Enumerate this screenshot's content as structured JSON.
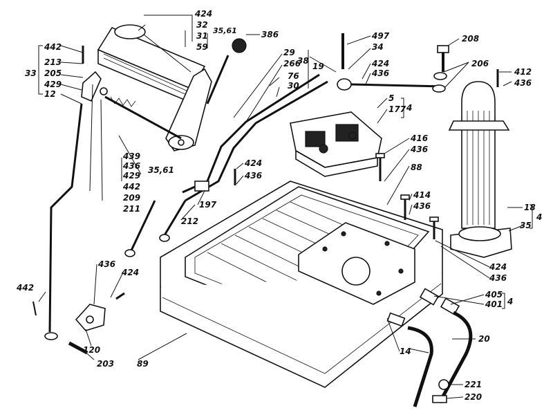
{
  "callouts": {
    "c424_top": "424",
    "c32": "32",
    "c31": "31",
    "c59": "59",
    "c35_61_top": "35,61",
    "c386": "386",
    "c442_l": "442",
    "c213": "213",
    "c33": "33",
    "c205": "205",
    "c429_l": "429",
    "c12": "12",
    "c497": "497",
    "c34": "34",
    "c38": "38",
    "c29": "29",
    "c266": "266",
    "c19": "19",
    "c76": "76",
    "c30": "30",
    "c424_mid": "424",
    "c436_mid": "436",
    "c5": "5",
    "c177": "177",
    "c4_mid": "4",
    "c208": "208",
    "c206": "206",
    "c412": "412",
    "c436_r": "436",
    "c439": "439",
    "c436_bl": "436",
    "c429_bl": "429",
    "c35_61_bl": "35,61",
    "c442_bl": "442",
    "c209": "209",
    "c211": "211",
    "c424_c": "424",
    "c436_c": "436",
    "c197": "197",
    "c212": "212",
    "c416": "416",
    "c436_416": "436",
    "c88": "88",
    "c414": "414",
    "c436_414": "436",
    "c18": "18",
    "c35": "35",
    "c4_r": "4",
    "c436_ll": "436",
    "c424_ll": "424",
    "c442_ll": "442",
    "c120": "120",
    "c203": "203",
    "c424_br": "424",
    "c436_br": "436",
    "c405": "405",
    "c401": "401",
    "c4_br": "4",
    "c89": "89",
    "c14": "14",
    "c20": "20",
    "c221": "221",
    "c220": "220"
  },
  "colors": {
    "ink": "#111111",
    "paper": "#ffffff"
  }
}
